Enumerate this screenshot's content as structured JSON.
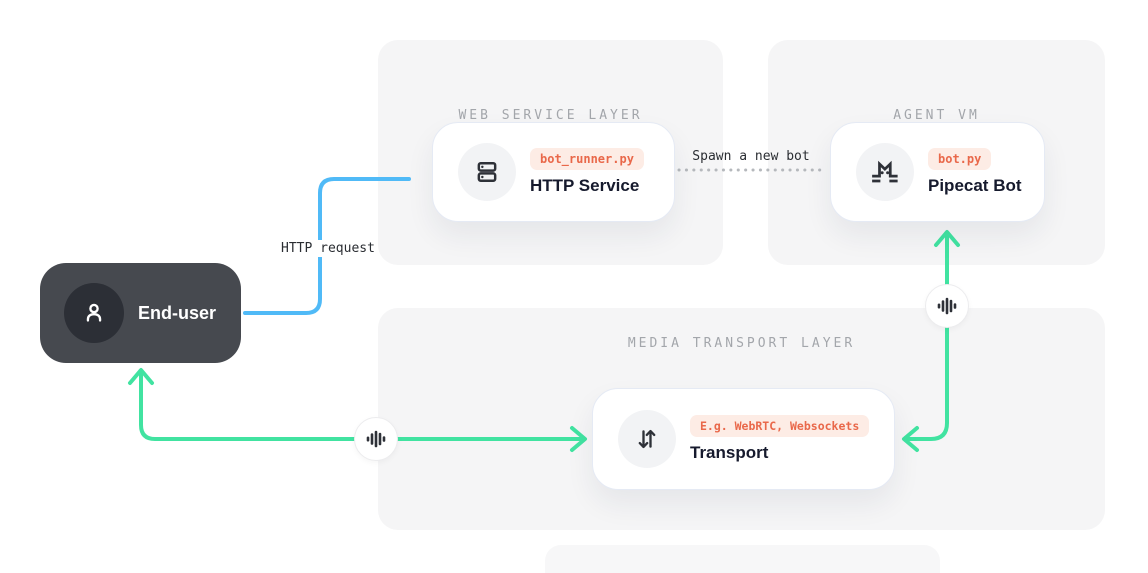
{
  "colors": {
    "bg": "#ffffff",
    "panel": "#f5f5f6",
    "panel-header": "#a3a6ab",
    "card-border": "#e5eaf4",
    "icon-bg": "#f2f3f5",
    "icon-fg": "#2e3138",
    "badge-bg": "#fdece5",
    "badge-fg": "#e9684a",
    "title": "#161a2d",
    "enduser-bg": "#46494f",
    "enduser-circle": "#2c2f36",
    "blue": "#50baf7",
    "green": "#41e3a1",
    "dot": "#b5b8bc",
    "label": "#2a2d32"
  },
  "panels": {
    "web_service": {
      "header": "WEB SERVICE LAYER"
    },
    "agent_vm": {
      "header": "AGENT VM"
    },
    "media_transport": {
      "header": "MEDIA TRANSPORT LAYER"
    }
  },
  "nodes": {
    "http_service": {
      "badge": "bot_runner.py",
      "title": "HTTP Service",
      "icon": "server-icon"
    },
    "pipecat_bot": {
      "badge": "bot.py",
      "title": "Pipecat Bot",
      "icon": "cat-icon"
    },
    "transport": {
      "badge": "E.g. WebRTC, Websockets",
      "title": "Transport",
      "icon": "arrows-up-down-icon"
    },
    "end_user": {
      "title": "End-user",
      "icon": "person-icon"
    }
  },
  "connections": {
    "http_request": {
      "label": "HTTP request",
      "style": "solid-blue"
    },
    "spawn_bot": {
      "label": "Spawn a new bot",
      "style": "dotted-gray"
    },
    "audio_left": {
      "icon": "audio-waveform-icon",
      "style": "solid-green-bidirectional"
    },
    "audio_right": {
      "icon": "audio-waveform-icon",
      "style": "solid-green-bidirectional"
    }
  }
}
